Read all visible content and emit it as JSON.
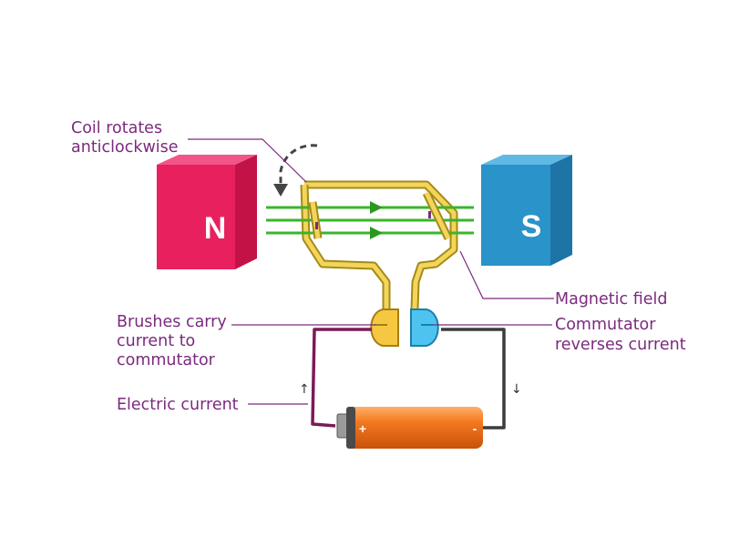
{
  "labels": {
    "coil_rotates": "Coil rotates",
    "anticlockwise": "anticlockwise",
    "magnetic_field": "Magnetic field",
    "brushes_1": "Brushes carry",
    "brushes_2": "current to",
    "brushes_3": "commutator",
    "commutator_1": "Commutator",
    "commutator_2": "reverses current",
    "electric_current": "Electric current"
  },
  "poles": {
    "north": "N",
    "south": "S"
  },
  "battery": {
    "plus": "+",
    "minus": "-"
  },
  "arrows": {
    "up": "↑",
    "down": "↓"
  },
  "colors": {
    "north_magnet": "#e8215e",
    "south_magnet": "#2a93c9",
    "field_lines": "#3ab52b",
    "coil": "#f2d55a",
    "brush_left": "#f6c842",
    "brush_right": "#4fc3ef",
    "wire_left": "#7b1a5a",
    "wire_right": "#3c3c3c",
    "battery": "#f47a20",
    "label_text": "#7b2a7e"
  }
}
